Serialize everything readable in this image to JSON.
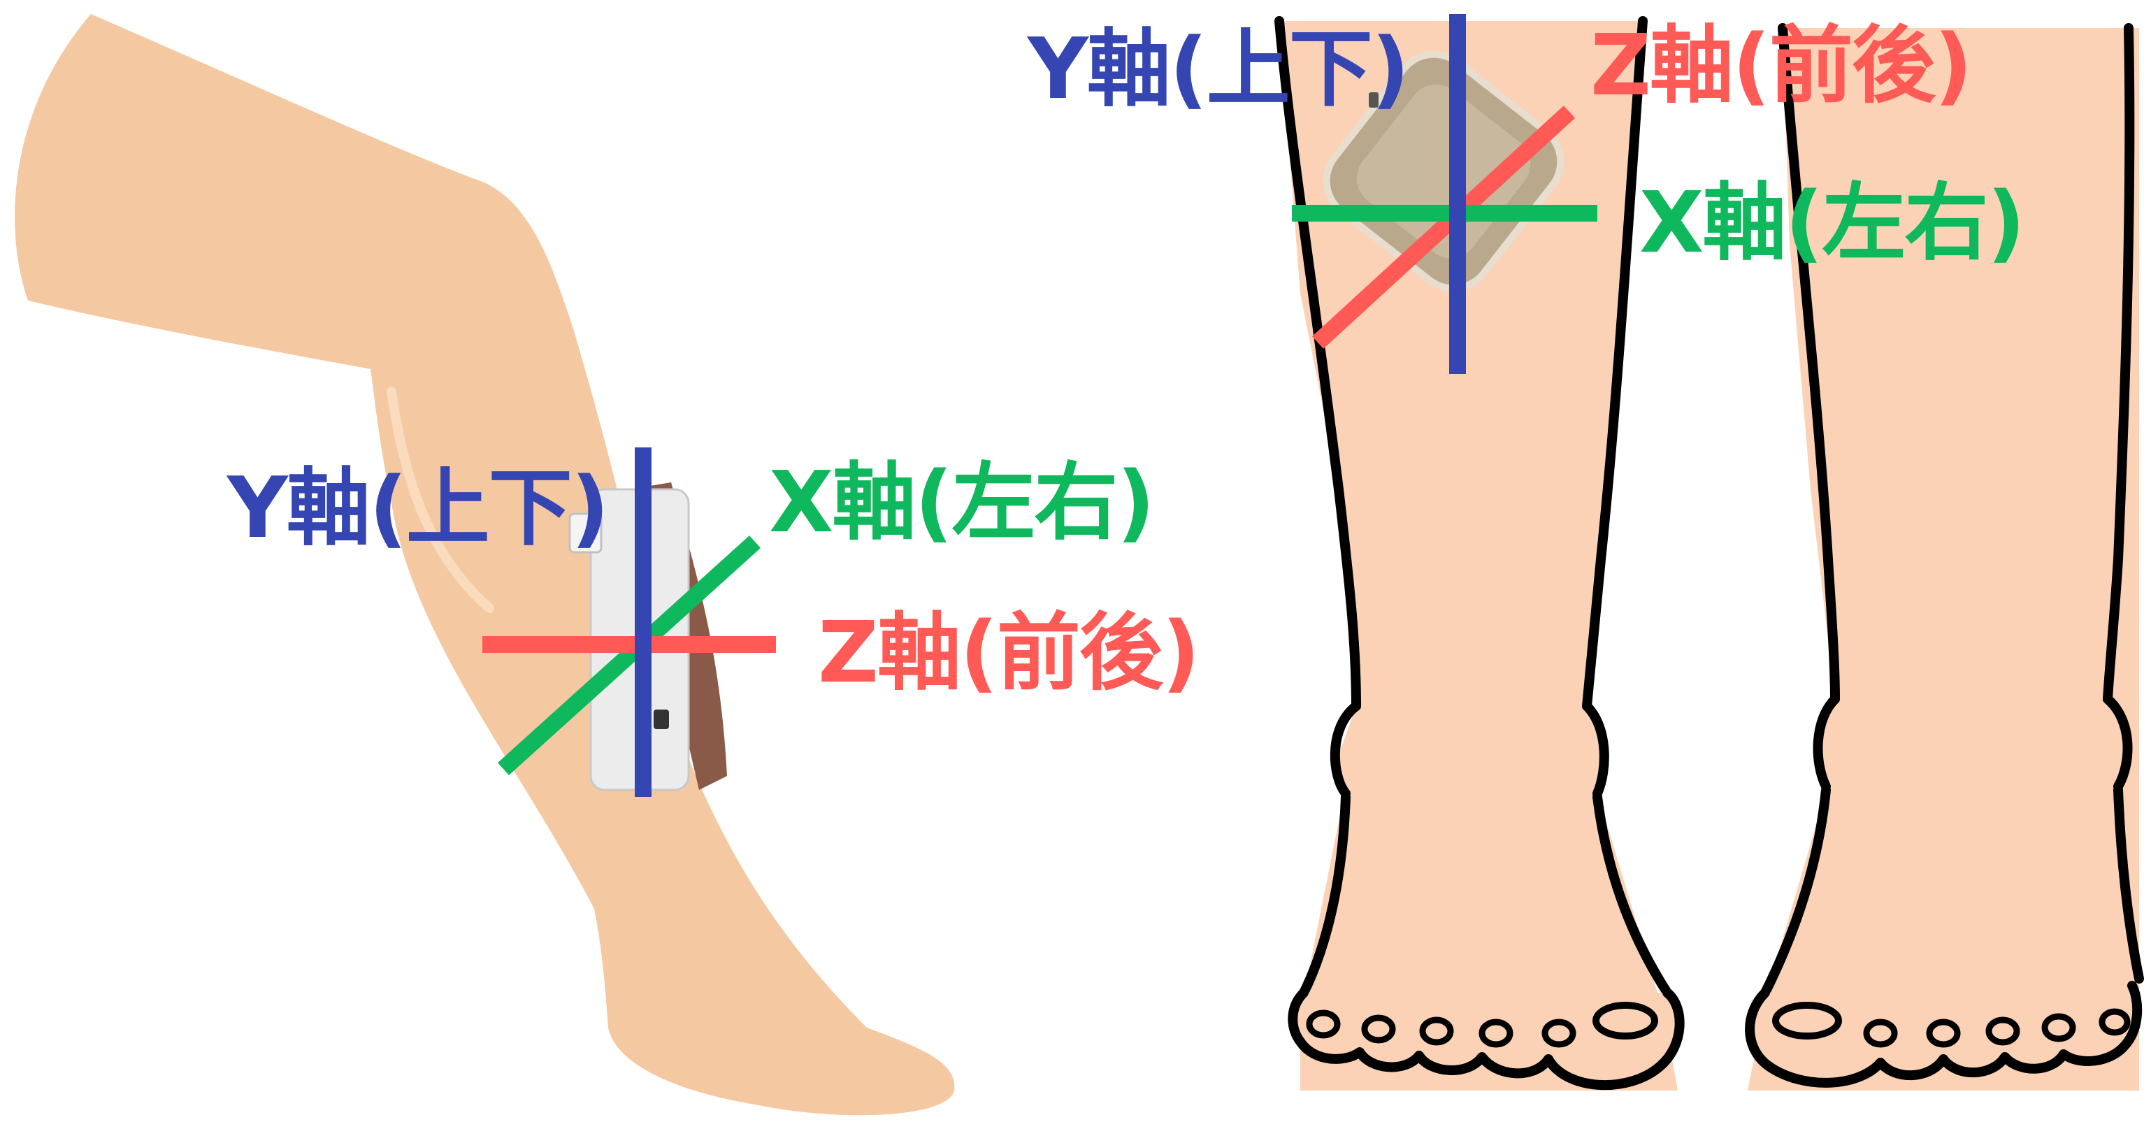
{
  "colors": {
    "y_axis": "#3546b3",
    "x_axis": "#0fb85c",
    "z_axis": "#ff5a55",
    "skin_side": "#f4c8a0",
    "skin_front": "#fbd2b6",
    "outline": "#000000",
    "sensor_shell": "#b9a88c"
  },
  "side_view": {
    "y_label": "Y軸(上下)",
    "x_label": "X軸(左右)",
    "z_label": "Z軸(前後)"
  },
  "front_view": {
    "y_label": "Y軸(上下)",
    "z_label": "Z軸(前後)",
    "x_label": "X軸(左右)"
  }
}
